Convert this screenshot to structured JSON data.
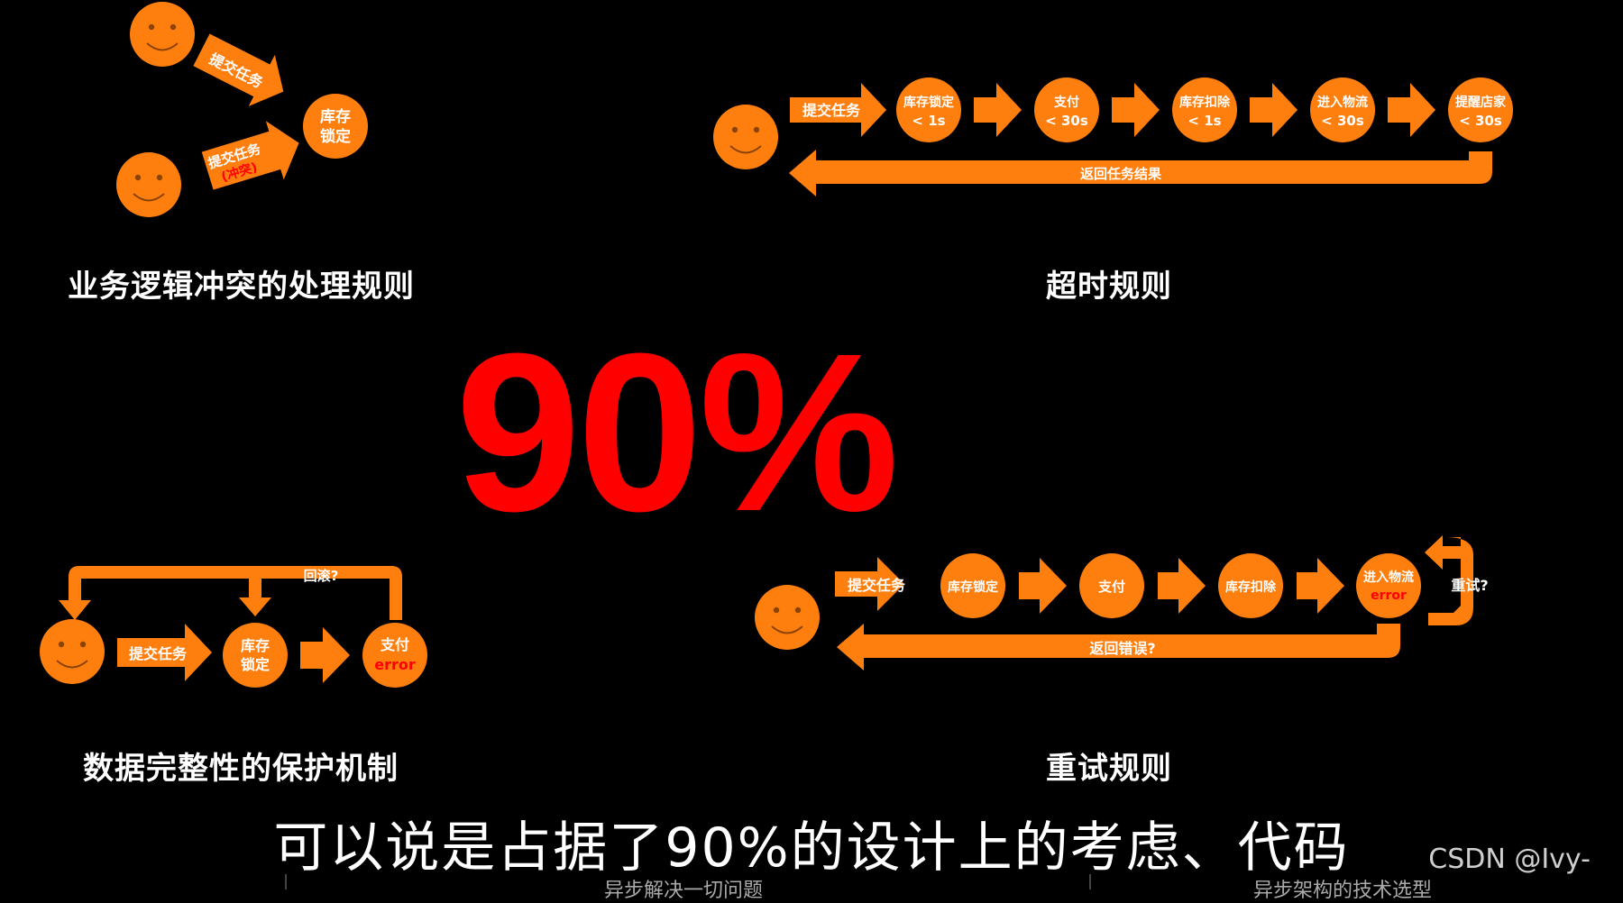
{
  "q1": {
    "heading": "业务逻辑冲突的处理规则",
    "arrow1_label": "提交任务",
    "arrow2_label": "提交任务",
    "arrow2_conflict": "(冲突)",
    "node_l1": "库存",
    "node_l2": "锁定"
  },
  "q2": {
    "heading": "超时规则",
    "start_label": "提交任务",
    "steps": [
      {
        "l1": "库存锁定",
        "l2": "< 1s"
      },
      {
        "l1": "支付",
        "l2": "< 30s"
      },
      {
        "l1": "库存扣除",
        "l2": "< 1s"
      },
      {
        "l1": "进入物流",
        "l2": "< 30s"
      },
      {
        "l1": "提醒店家",
        "l2": "< 30s"
      }
    ],
    "return_label": "返回任务结果"
  },
  "q3": {
    "heading": "数据完整性的保护机制",
    "rollback_label": "回滚?",
    "submit_label": "提交任务",
    "lock_l1": "库存",
    "lock_l2": "锁定",
    "pay_l1": "支付",
    "pay_error": "error"
  },
  "q4": {
    "heading": "重试规则",
    "start_label": "提交任务",
    "steps": [
      "库存锁定",
      "支付",
      "库存扣除"
    ],
    "logistics": "进入物流",
    "logistics_error": "error",
    "retry_label": "重试?",
    "return_label": "返回错误?"
  },
  "center_text": "90%",
  "subtitle": "可以说是占据了90%的设计上的考虑、代码",
  "watermark": "CSDN @Ivy-",
  "bottom_cut": [
    "异步解决一切问题",
    "异步架构的技术选型"
  ],
  "colors": {
    "orange": "#ff7f0e",
    "red": "#ff0000",
    "background": "#000000"
  }
}
